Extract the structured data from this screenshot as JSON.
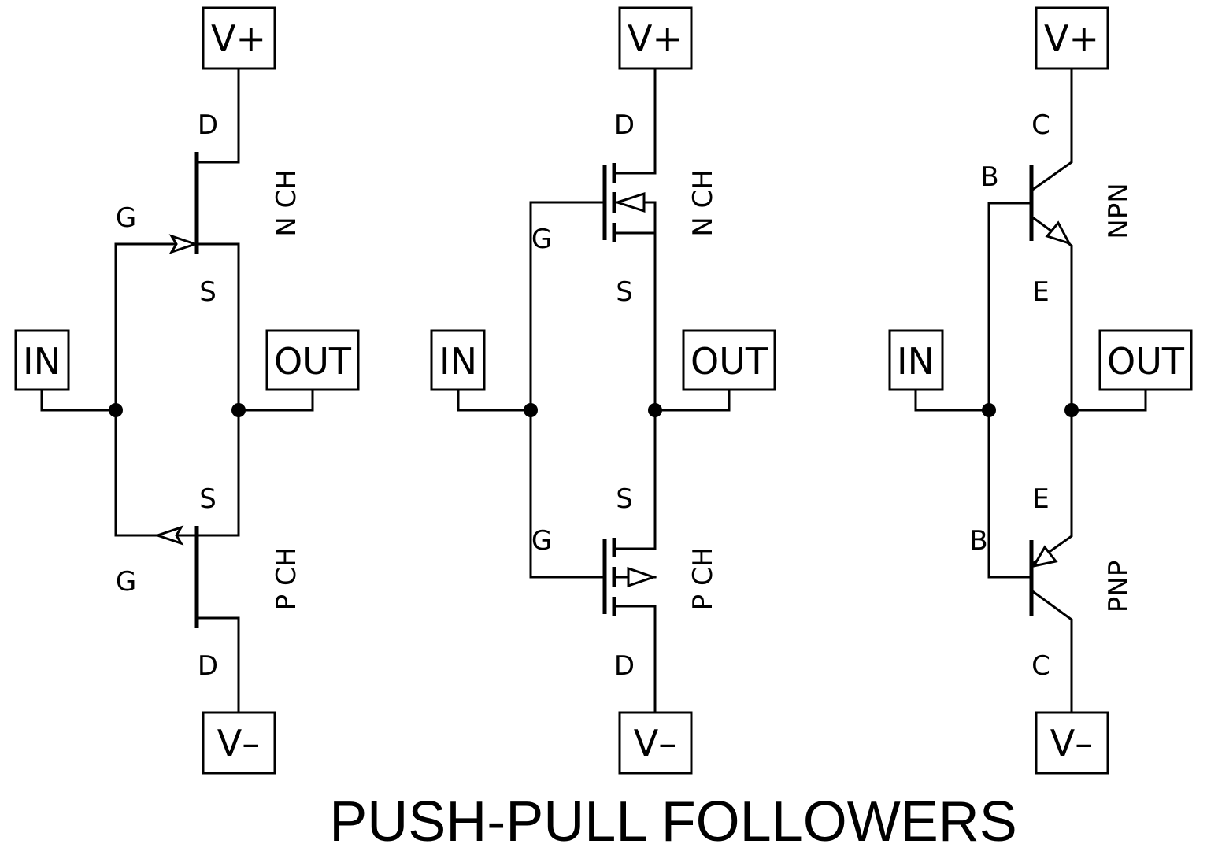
{
  "title": "PUSH-PULL FOLLOWERS",
  "colors": {
    "ink": "#000000",
    "background": "#ffffff"
  },
  "circuits": [
    {
      "name": "jfet",
      "top_rail": "V+",
      "bottom_rail": "V–",
      "input": "IN",
      "output": "OUT",
      "top_device": {
        "type": "N CH",
        "pins": {
          "drain": "D",
          "gate": "G",
          "source": "S"
        }
      },
      "bottom_device": {
        "type": "P CH",
        "pins": {
          "source": "S",
          "gate": "G",
          "drain": "D"
        }
      }
    },
    {
      "name": "mosfet",
      "top_rail": "V+",
      "bottom_rail": "V–",
      "input": "IN",
      "output": "OUT",
      "top_device": {
        "type": "N CH",
        "pins": {
          "drain": "D",
          "gate": "G",
          "source": "S"
        }
      },
      "bottom_device": {
        "type": "P CH",
        "pins": {
          "source": "S",
          "gate": "G",
          "drain": "D"
        }
      }
    },
    {
      "name": "bjt",
      "top_rail": "V+",
      "bottom_rail": "V–",
      "input": "IN",
      "output": "OUT",
      "top_device": {
        "type": "NPN",
        "pins": {
          "collector": "C",
          "base": "B",
          "emitter": "E"
        }
      },
      "bottom_device": {
        "type": "PNP",
        "pins": {
          "emitter": "E",
          "base": "B",
          "collector": "C"
        }
      }
    }
  ]
}
